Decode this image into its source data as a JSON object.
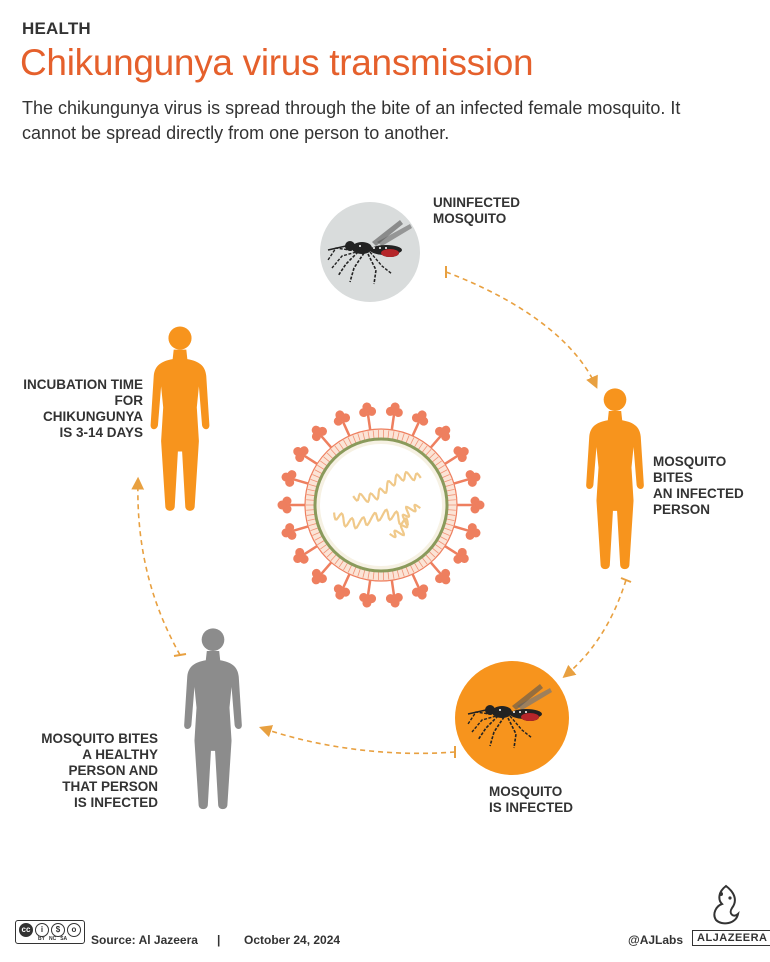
{
  "header": {
    "category": "HEALTH",
    "title": "Chikungunya virus transmission",
    "subtitle": "The chikungunya virus is spread through the bite of an infected female mosquito.  It cannot be spread directly from one person to another."
  },
  "stages": {
    "uninfected_mosquito": "UNINFECTED\nMOSQUITO",
    "bites_infected_person": "MOSQUITO\nBITES\nAN INFECTED\nPERSON",
    "mosquito_infected": "MOSQUITO\nIS INFECTED",
    "bites_healthy_person": "MOSQUITO BITES\nA HEALTHY\nPERSON AND\nTHAT PERSON\nIS INFECTED",
    "incubation": "INCUBATION TIME\nFOR\nCHIKUNGUNYA\nIS 3-14 DAYS"
  },
  "footer": {
    "license_badge": [
      "BY",
      "NC",
      "SA"
    ],
    "source": "Source: Al Jazeera",
    "separator": "|",
    "date": "October 24, 2024",
    "handle": "@AJLabs",
    "brand": "ALJAZEERA"
  },
  "colors": {
    "accent": "#e5602c",
    "orange_figure": "#f7941d",
    "infected_circle": "#f7941d",
    "uninfected_circle": "#d9dcdc",
    "healthy_figure": "#8c8c8c",
    "arrow": "#e8a040",
    "virus_spikes": "#ee7f5f",
    "virus_membrane": "#8a9a5b",
    "rna": "#f0c98a"
  },
  "icons": [
    "mosquito-icon",
    "person-silhouette-icon",
    "virus-icon",
    "al-jazeera-logo-icon",
    "creative-commons-icon"
  ]
}
